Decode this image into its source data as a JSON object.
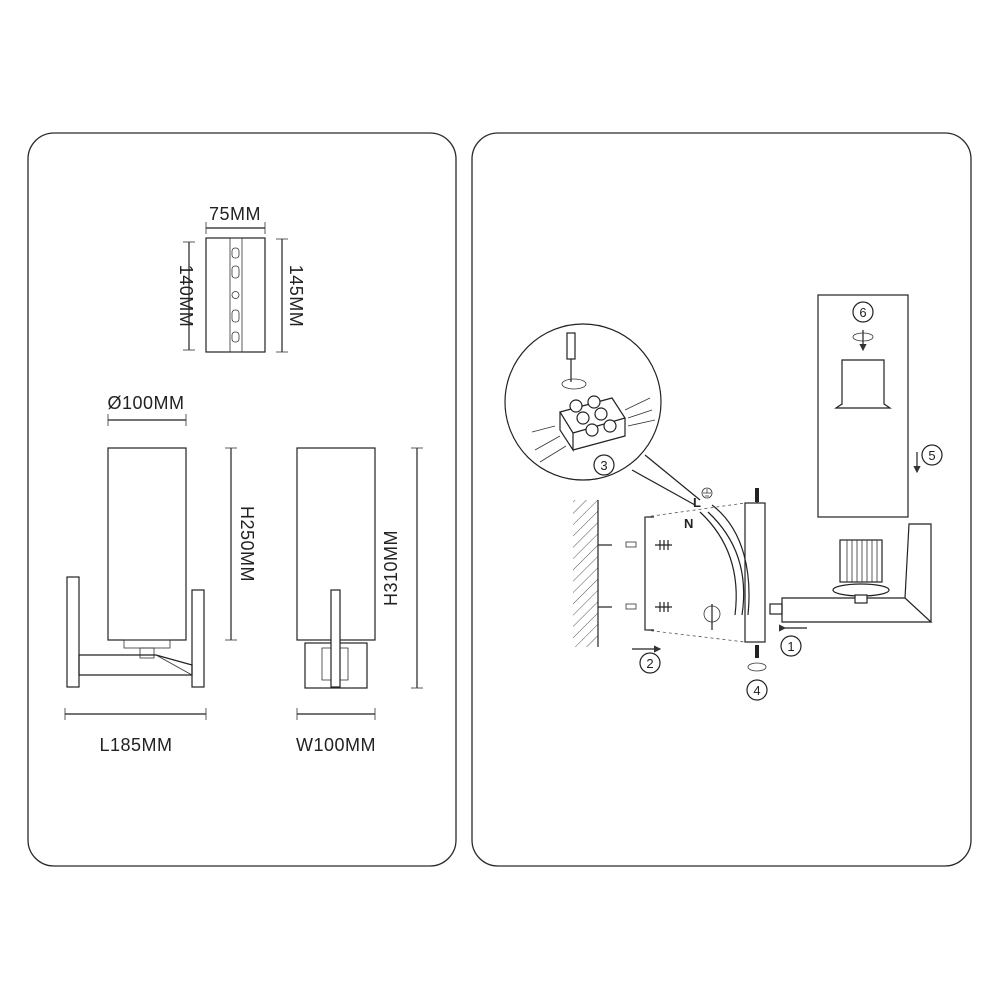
{
  "dimensions": {
    "plate_width": "75MM",
    "plate_height_left": "140MM",
    "plate_height_right": "145MM",
    "shade_diameter": "Ø100MM",
    "shade_height": "H250MM",
    "total_height": "H310MM",
    "length": "L185MM",
    "width": "W100MM"
  },
  "wiring_labels": {
    "live": "L",
    "neutral": "N"
  },
  "steps": [
    "1",
    "2",
    "3",
    "4",
    "5",
    "6"
  ]
}
